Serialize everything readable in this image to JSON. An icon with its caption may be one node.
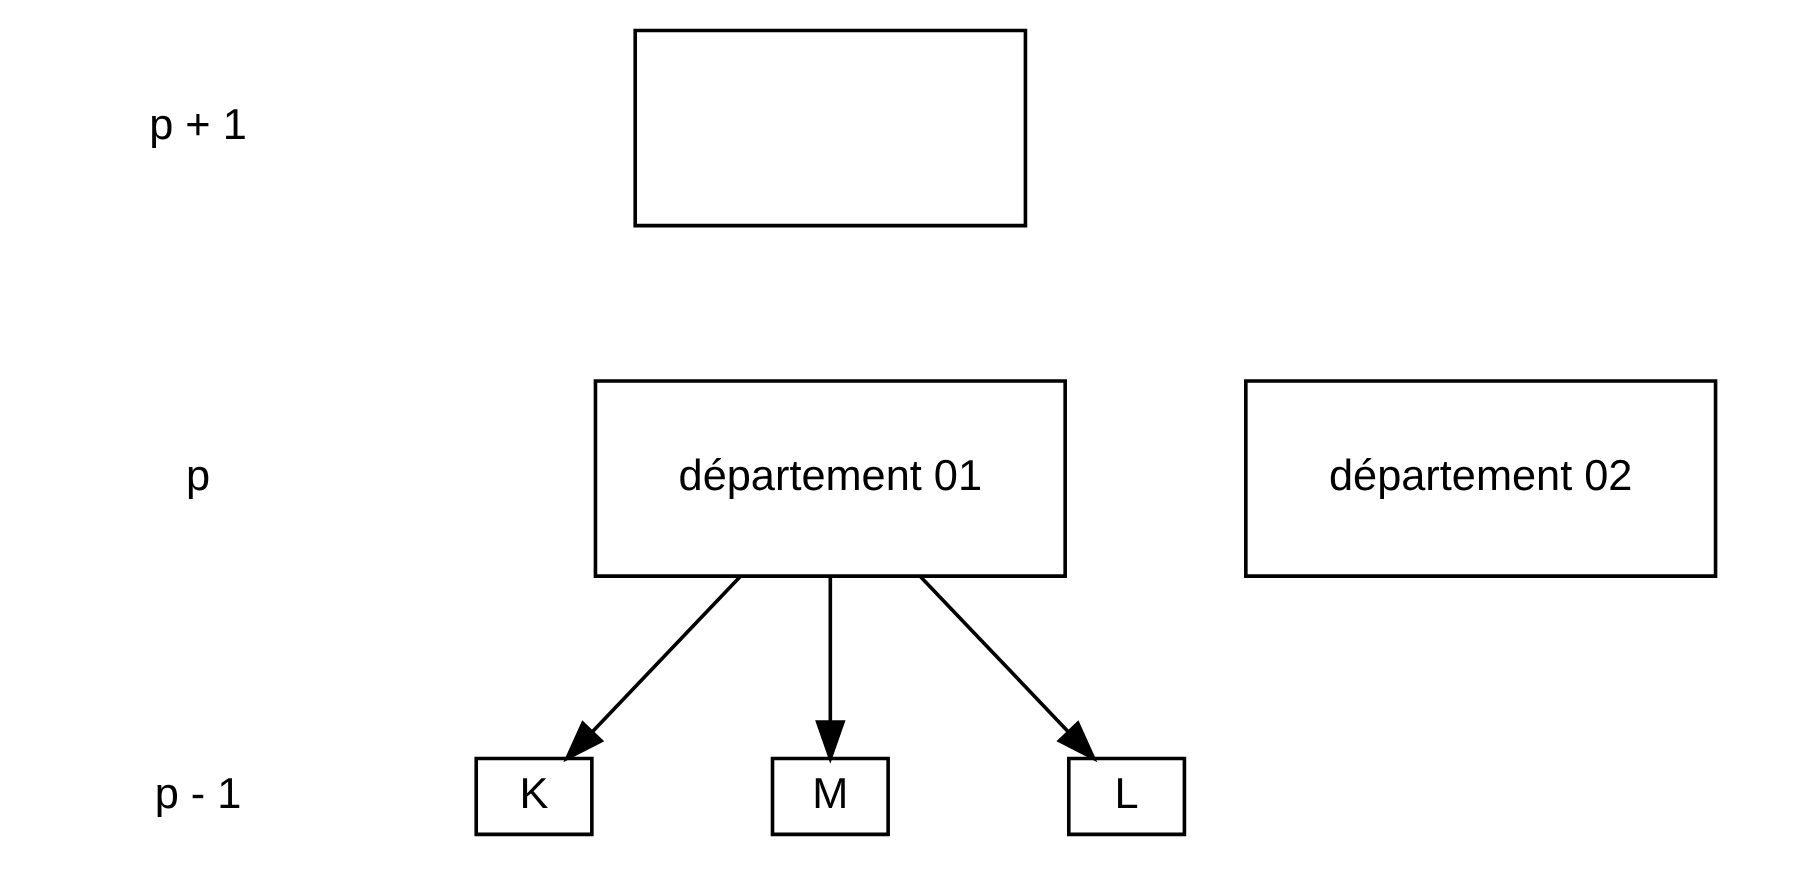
{
  "diagram": {
    "nodes": [
      {
        "text": [],
        "shape": "box"
      },
      {
        "text": [
          "département 01"
        ]
      },
      {
        "text": [
          "département 02"
        ]
      },
      {
        "text": [
          "K"
        ]
      },
      {
        "text": [
          "M"
        ]
      },
      {
        "text": [
          "L"
        ]
      }
    ],
    "edges": [
      {
        "from": 1,
        "to": 3,
        "arrow": "to"
      },
      {
        "from": 1,
        "to": 4,
        "arrow": "to"
      },
      {
        "from": 1,
        "to": 5,
        "arrow": "to"
      }
    ],
    "labels": [
      "p + 1",
      "p",
      "p - 1"
    ]
  }
}
